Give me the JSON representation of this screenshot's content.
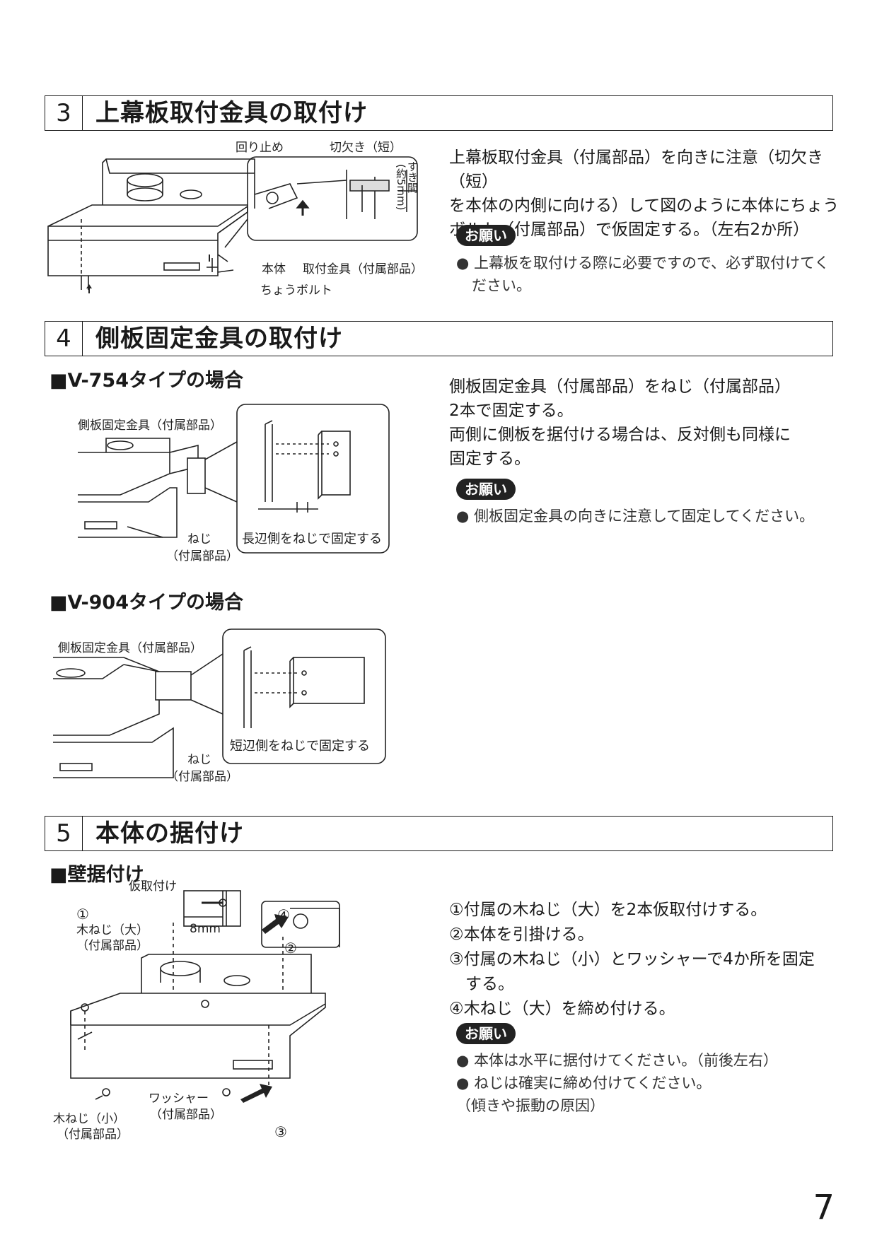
{
  "section3": {
    "number": "3",
    "title": "上幕板取付金具の取付け",
    "labels": {
      "stopper": "回り止め",
      "notch": "切欠き（短）",
      "gap": "すき間",
      "gap_value": "(約5mm)",
      "body": "本体",
      "bracket": "取付金具（付属部品）",
      "wing_bolt": "ちょうボルト"
    },
    "text": [
      "上幕板取付金具（付属部品）を向きに注意（切欠き（短）",
      "を本体の内側に向ける）して図のように本体にちょう",
      "ボルト（付属部品）で仮固定する。（左右2か所）"
    ],
    "note_badge": "お願い",
    "notes": [
      "上幕板を取付ける際に必要ですので、必ず取付けてください。"
    ]
  },
  "section4": {
    "number": "4",
    "title": "側板固定金具の取付け",
    "v754": {
      "heading": "■V-754タイプの場合",
      "label_bracket": "側板固定金具（付属部品）",
      "label_screw": "ねじ",
      "label_screw_sub": "（付属部品）",
      "callout": "長辺側をねじで固定する"
    },
    "v904": {
      "heading": "■V-904タイプの場合",
      "label_bracket": "側板固定金具（付属部品）",
      "label_screw": "ねじ",
      "label_screw_sub": "（付属部品）",
      "callout": "短辺側をねじで固定する"
    },
    "text": [
      "側板固定金具（付属部品）をねじ（付属部品）",
      "2本で固定する。",
      "両側に側板を据付ける場合は、反対側も同様に",
      "固定する。"
    ],
    "note_badge": "お願い",
    "notes": [
      "側板固定金具の向きに注意して固定してください。"
    ]
  },
  "section5": {
    "number": "5",
    "title": "本体の据付け",
    "heading": "■壁据付け",
    "labels": {
      "temp": "仮取付け",
      "circ1": "①",
      "wood_large": "木ねじ（大）",
      "parts1": "（付属部品）",
      "mm8": "8mm",
      "circ4": "④",
      "circ2": "②",
      "washer": "ワッシャー",
      "parts2": "（付属部品）",
      "wood_small": "木ねじ（小）",
      "parts3": "（付属部品）",
      "circ3": "③"
    },
    "steps": [
      "①付属の木ねじ（大）を2本仮取付けする。",
      "②本体を引掛ける。",
      "③付属の木ねじ（小）とワッシャーで4か所を固定",
      "　する。",
      "④木ねじ（大）を締め付ける。"
    ],
    "note_badge": "お願い",
    "notes": [
      "本体は水平に据付けてください。（前後左右）",
      "ねじは確実に締め付けてください。"
    ],
    "notes_tail": "（傾きや振動の原因）"
  },
  "page_number": "7"
}
